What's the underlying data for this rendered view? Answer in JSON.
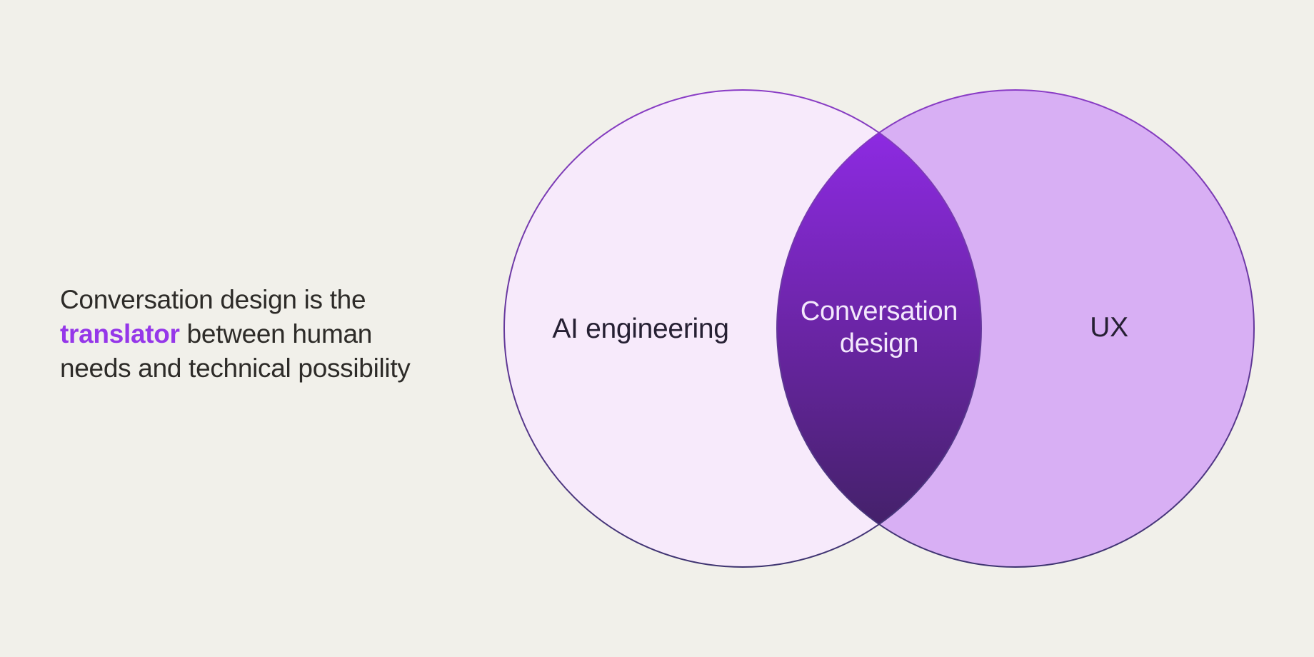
{
  "slide": {
    "background_color": "#f1f0ea",
    "tagline": {
      "line1": "Conversation design is the",
      "highlight": "translator",
      "line2_rest": " between human",
      "line3": "needs and technical possibility",
      "text_color": "#2d2b28",
      "highlight_color": "#9537e9"
    },
    "venn": {
      "left_circle": {
        "label": "AI engineering",
        "fill": "#f7eafb"
      },
      "right_circle": {
        "label": "UX",
        "fill": "#d8aff4"
      },
      "intersection": {
        "label_line1": "Conversation",
        "label_line2": "design",
        "label_color": "#f3e8fc",
        "gradient_top": "#8d2ae2",
        "gradient_mid": "#6b25a6",
        "gradient_bottom": "#44216a"
      },
      "stroke_top": "#8a3cc6",
      "stroke_bottom": "#3e3470",
      "set_label_color": "#262033"
    }
  }
}
